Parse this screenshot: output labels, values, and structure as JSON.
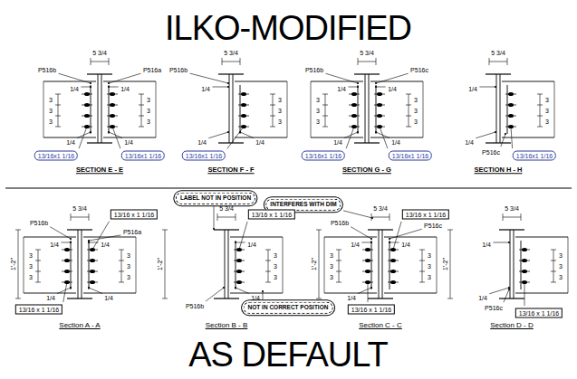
{
  "diagram": {
    "title": "ILKO-MODIFIED",
    "caption": "AS DEFAULT",
    "nodes": [
      {
        "text": [
          "13/16x1 1/16"
        ]
      },
      {
        "text": [
          "13/16x1 1/16"
        ]
      },
      {
        "text": [
          "13/16x1 1/16"
        ]
      },
      {
        "text": [
          "13/16x1 1/16"
        ]
      },
      {
        "text": [
          "13/16x1 1/16"
        ]
      },
      {
        "text": [
          "13/16x1 1/16"
        ]
      },
      {
        "text": [
          "LABEL NOT IN POSITION"
        ]
      },
      {
        "text": [
          "INTERFERES WITH DIM"
        ]
      },
      {
        "text": [
          "13/16 x 1 1/16"
        ]
      },
      {
        "text": [
          "13/16 x 1 1/16"
        ]
      },
      {
        "text": [
          "13/16 x 1 1/16"
        ]
      },
      {
        "text": [
          "13/16 x 1 1/16"
        ]
      },
      {
        "text": [
          "NOT IN CORRECT POSITION"
        ]
      },
      {
        "text": [
          "13/16 x 1 1/16"
        ]
      },
      {
        "text": [
          "13/16 x 1 1/16"
        ]
      }
    ],
    "labels": [
      "5 3/4",
      "P516b",
      "P516a",
      "1/4",
      "1/4",
      "1/4",
      "1/4",
      "3",
      "3",
      "3",
      "3",
      "3",
      "3",
      "SECTION E - E",
      "5 3/4",
      "P516b",
      "1/4",
      "1/4",
      "1/4",
      "3",
      "3",
      "3",
      "SECTION F - F",
      "5 3/4",
      "P516b",
      "P516c",
      "1/4",
      "1/4",
      "1/4",
      "1/4",
      "3",
      "3",
      "3",
      "3",
      "3",
      "3",
      "SECTION G - G",
      "5 3/4",
      "1/4",
      "1/4",
      "3",
      "3",
      "3",
      "P516c",
      "SECTION H - H",
      "5 3/4",
      "P516b",
      "P516a",
      "1'-2\"",
      "3",
      "3",
      "3",
      "3",
      "3",
      "3",
      "1/4",
      "1/4",
      "1/4",
      "1/4",
      "Section A - A",
      "5 3/4",
      "P516b",
      "1'-2\"",
      "3",
      "3",
      "3",
      "1/4",
      "1/4",
      "Section B - B",
      "5 3/4",
      "P516b",
      "P516c",
      "1'-2\"",
      "3",
      "3",
      "3",
      "3",
      "3",
      "3",
      "1/4",
      "1/4",
      "1/4",
      "Section C - C",
      "5 3/4",
      "1'-2\"",
      "3",
      "3",
      "3",
      "P516c",
      "1/4",
      "1/4",
      "Section D - D"
    ]
  }
}
